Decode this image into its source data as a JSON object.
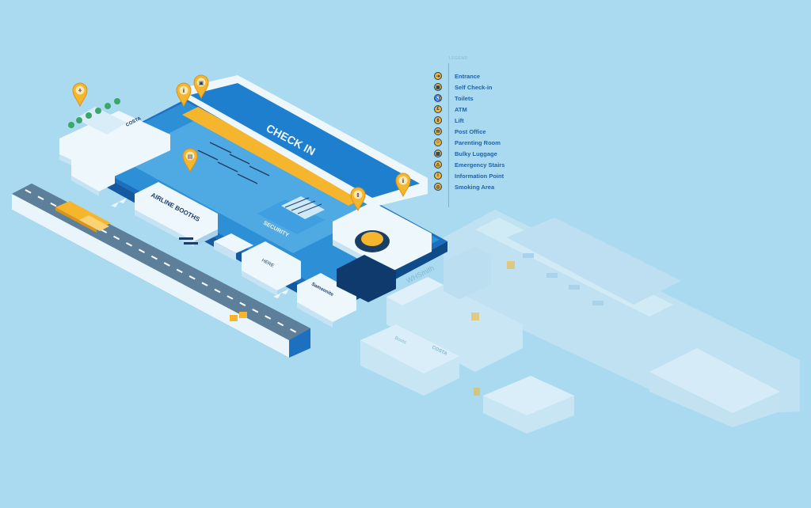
{
  "colors": {
    "background": "#a9daef",
    "floor_blue": "#2d8fd5",
    "floor_light": "#4fa9e3",
    "wall_white": "#eef7fc",
    "wall_shade": "#c6e3f3",
    "dark_navy": "#1b3e66",
    "accent_yellow": "#f5b52c",
    "road_gray": "#5d7f99",
    "ghost_building": "#c9e6f4",
    "ghost_shade": "#b3d9ed",
    "legend_text": "#2163a8"
  },
  "map": {
    "zone_labels": {
      "check_in": "CHECK IN",
      "airline_booths": "AIRLINE BOOTHS",
      "security": "SECURITY"
    },
    "shop_labels": {
      "costa": "COSTA",
      "samsonite": "Samsonite",
      "whsmith": "WHSmith",
      "boots": "Boots",
      "here": "HERE",
      "costa_ghost": "COSTA"
    },
    "pins": [
      {
        "icon": "parenting-room-icon",
        "glyph": "⚘"
      },
      {
        "icon": "information-point-icon",
        "glyph": "i"
      },
      {
        "icon": "self-check-in-icon",
        "glyph": "▣"
      },
      {
        "icon": "atm-icon",
        "glyph": "▤"
      },
      {
        "icon": "information-point-icon",
        "glyph": "i"
      },
      {
        "icon": "lift-icon",
        "glyph": "⇕"
      }
    ]
  },
  "legend": {
    "title": "LEGEND",
    "items": [
      {
        "label": "Entrance",
        "icon": "entrance-icon",
        "glyph": "⇥"
      },
      {
        "label": "Self Check-in",
        "icon": "self-check-in-icon",
        "glyph": "▣"
      },
      {
        "label": "Toilets",
        "icon": "toilets-icon",
        "glyph": "♿"
      },
      {
        "label": "ATM",
        "icon": "atm-icon",
        "glyph": "£"
      },
      {
        "label": "Lift",
        "icon": "lift-icon",
        "glyph": "⇕"
      },
      {
        "label": "Post Office",
        "icon": "post-office-icon",
        "glyph": "✉"
      },
      {
        "label": "Parenting Room",
        "icon": "parenting-room-icon",
        "glyph": "☺"
      },
      {
        "label": "Bulky Luggage",
        "icon": "bulky-luggage-icon",
        "glyph": "▦"
      },
      {
        "label": "Emergency Stairs",
        "icon": "emergency-stairs-icon",
        "glyph": "⚠"
      },
      {
        "label": "Information Point",
        "icon": "information-point-icon",
        "glyph": "i"
      },
      {
        "label": "Smoking Area",
        "icon": "smoking-area-icon",
        "glyph": "◎"
      }
    ]
  }
}
